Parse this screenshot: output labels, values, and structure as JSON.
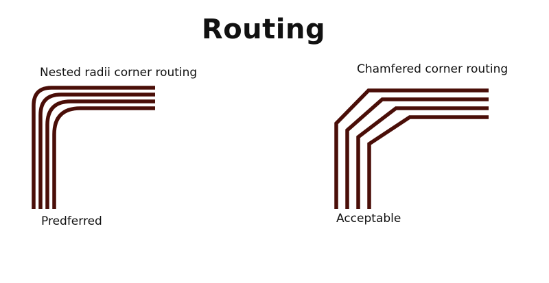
{
  "title": "Routing",
  "colors": {
    "trace": "#4a0e08",
    "text": "#111111",
    "background": "#ffffff"
  },
  "left_panel": {
    "heading": "Nested radii corner routing",
    "caption": "Predferred",
    "trace_count": 4,
    "corner_style": "rounded"
  },
  "right_panel": {
    "heading": "Chamfered corner routing",
    "caption": "Acceptable",
    "trace_count": 4,
    "corner_style": "chamfered"
  }
}
